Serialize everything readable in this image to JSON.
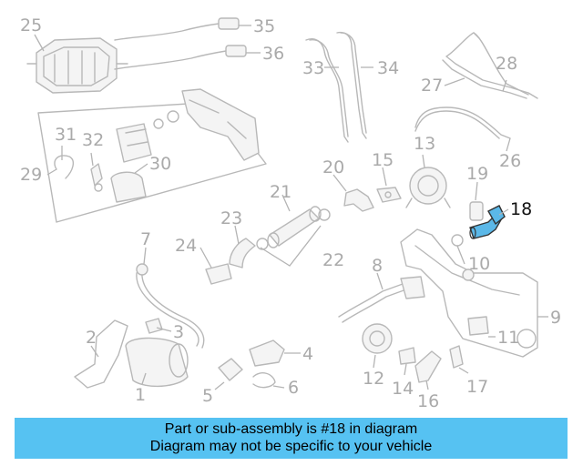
{
  "callouts": {
    "c1": "1",
    "c2": "2",
    "c3": "3",
    "c4": "4",
    "c5": "5",
    "c6": "6",
    "c7": "7",
    "c8": "8",
    "c9": "9",
    "c10": "10",
    "c11": "11",
    "c12": "12",
    "c13": "13",
    "c14": "14",
    "c15": "15",
    "c16": "16",
    "c17": "17",
    "c18": "18",
    "c19": "19",
    "c20": "20",
    "c21": "21",
    "c22": "22",
    "c23": "23",
    "c24": "24",
    "c25": "25",
    "c26": "26",
    "c27": "27",
    "c28": "28",
    "c29": "29",
    "c30": "30",
    "c31": "31",
    "c32": "32",
    "c33": "33",
    "c34": "34",
    "c35": "35",
    "c36": "36"
  },
  "highlight_color": "#5bb8e8",
  "banner": {
    "line1": "Part or sub-assembly is #18 in diagram",
    "line2": "Diagram may not be specific to your vehicle",
    "color": "#56c2f2"
  }
}
